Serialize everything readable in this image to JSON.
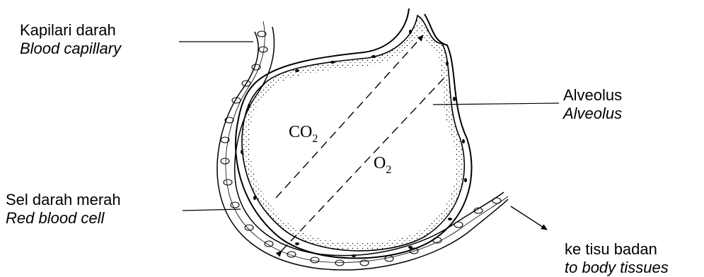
{
  "labels": {
    "capillary": {
      "malay": "Kapilari darah",
      "english": "Blood capillary"
    },
    "alveolus": {
      "malay": "Alveolus",
      "english": "Alveolus"
    },
    "red_cell": {
      "malay": "Sel darah merah",
      "english": "Red blood cell"
    },
    "tissues": {
      "malay": "ke tisu badan",
      "english": "to body tissues"
    }
  },
  "gases": {
    "co2": {
      "main": "CO",
      "sub": "2"
    },
    "o2": {
      "main": "O",
      "sub": "2"
    }
  },
  "colors": {
    "ink": "#000000",
    "background": "#ffffff"
  }
}
